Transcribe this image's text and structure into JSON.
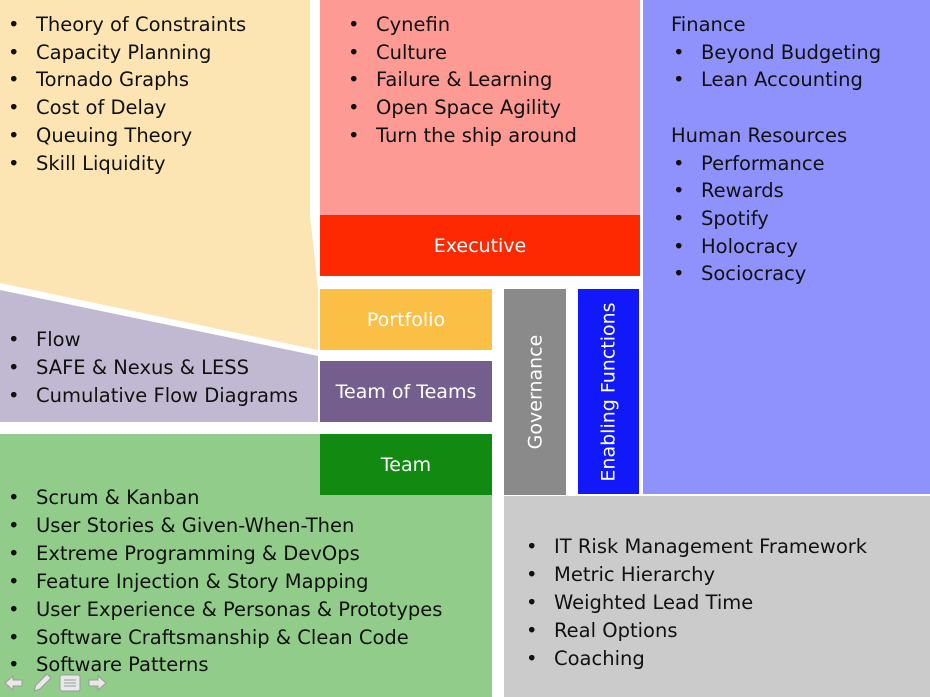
{
  "top_left_panel": {
    "items": [
      "Theory of Constraints",
      "Capacity Planning",
      "Tornado Graphs",
      "Cost of Delay",
      "Queuing Theory",
      "Skill Liquidity"
    ],
    "color": "#fde5b3"
  },
  "executive_panel": {
    "items": [
      "Cynefin",
      "Culture",
      "Failure & Learning",
      "Open Space Agility",
      "Turn the ship around"
    ],
    "color": "#fe9a94",
    "label": "Executive",
    "label_color": "#fe2900"
  },
  "enabling_panel": {
    "color": "#8f92fc",
    "sections": [
      {
        "heading": "Finance",
        "items": [
          "Beyond Budgeting",
          "Lean Accounting"
        ]
      },
      {
        "heading": "Human Resources",
        "items": [
          "Performance",
          "Rewards",
          "Spotify",
          "Holocracy",
          "Sociocracy"
        ]
      }
    ]
  },
  "flow_panel": {
    "items": [
      "Flow",
      "SAFE & Nexus & LESS",
      "Cumulative Flow Diagrams"
    ],
    "color": "#c0b9d1"
  },
  "team_panel": {
    "items": [
      "Scrum & Kanban",
      "User Stories & Given-When-Then",
      "Extreme Programming & DevOps",
      "Feature Injection & Story Mapping",
      "User Experience & Personas & Prototypes",
      "Software Craftsmanship & Clean Code",
      "Software Patterns"
    ],
    "color": "#92cc8a"
  },
  "governance_panel": {
    "items": [
      "IT Risk Management Framework",
      "Metric Hierarchy",
      "Weighted Lead Time",
      "Real Options",
      "Coaching"
    ],
    "color": "#cbcbcb"
  },
  "labels": {
    "portfolio": {
      "text": "Portfolio",
      "color": "#fcbf45"
    },
    "team_of_teams": {
      "text": "Team of Teams",
      "color": "#735e8d"
    },
    "team": {
      "text": "Team",
      "color": "#128a12"
    },
    "governance": {
      "text": "Governance",
      "color": "#8a8a8a"
    },
    "enabling_functions": {
      "text": "Enabling Functions",
      "color": "#1119fb"
    }
  }
}
